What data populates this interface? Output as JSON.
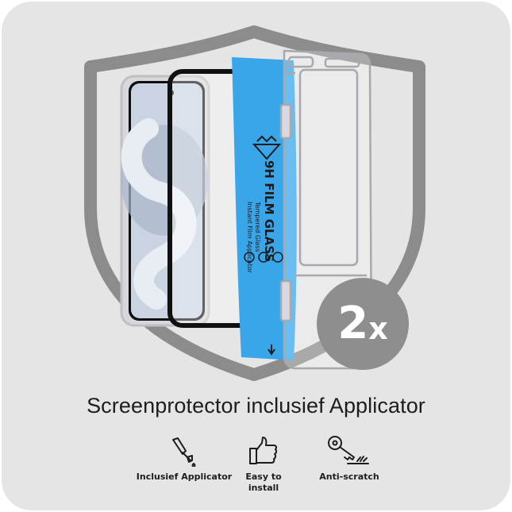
{
  "badge": {
    "count": "2",
    "suffix": "x"
  },
  "film": {
    "brand": "9H FILM GLASS",
    "line1": "Tempered Glass",
    "line2": "Instant Film Applicator"
  },
  "headline": "Screenprotector inclusief Applicator",
  "features": [
    {
      "icon": "dropper-icon",
      "label": "Inclusief Applicator"
    },
    {
      "icon": "thumbs-up-icon",
      "label_line1": "Easy to",
      "label_line2": "install"
    },
    {
      "icon": "key-scratch-icon",
      "label": "Anti-scratch"
    }
  ],
  "colors": {
    "background": "#e5e5e5",
    "shield": "#8c8c8c",
    "film": "#3aa6ea",
    "badge": "#8e8e8e"
  }
}
